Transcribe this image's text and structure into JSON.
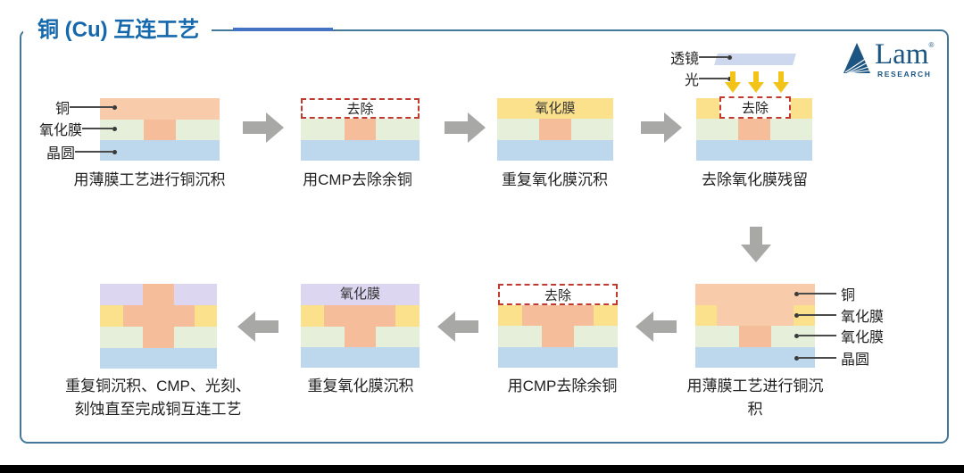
{
  "title": "铜 (Cu) 互连工艺",
  "logo": {
    "wordmark": "Lam",
    "registered": "®",
    "subtext": "RESEARCH"
  },
  "colors": {
    "copper": "#F8CCAB",
    "copper_fill": "#F5BD99",
    "oxide_green": "#E5EFDA",
    "oxide_yellow": "#FCE18D",
    "oxide_purple": "#DCD6F1",
    "wafer_blue": "#BDD7EC",
    "lens_blue": "#CDD8EE",
    "light_gold": "#F2C318",
    "arrow_gray": "#A8A8A6",
    "remove_red": "#C13A30",
    "frame_blue": "#44789B",
    "title_blue": "#1568AC",
    "accent_blue": "#4472C4",
    "logo_blue": "#1C5582"
  },
  "steps": [
    {
      "caption": [
        "用薄膜工艺进行铜沉积"
      ],
      "side_labels": [
        "铜",
        "氧化膜",
        "晶圆"
      ]
    },
    {
      "caption": [
        "用CMP去除余铜"
      ],
      "overlay": "去除"
    },
    {
      "caption": [
        "重复氧化膜沉积"
      ],
      "layer_label": "氧化膜"
    },
    {
      "caption": [
        "去除氧化膜残留"
      ],
      "overlay": "去除",
      "lens_label": "透镜",
      "light_label": "光"
    },
    {
      "caption": [
        "用薄膜工艺进行铜沉",
        "积"
      ],
      "side_labels": [
        "铜",
        "氧化膜",
        "氧化膜",
        "晶圆"
      ]
    },
    {
      "caption": [
        "用CMP去除余铜"
      ],
      "overlay": "去除"
    },
    {
      "caption": [
        "重复氧化膜沉积"
      ],
      "layer_label": "氧化膜"
    },
    {
      "caption": [
        "重复铜沉积、CMP、光刻、",
        "刻蚀直至完成铜互连工艺"
      ]
    }
  ]
}
